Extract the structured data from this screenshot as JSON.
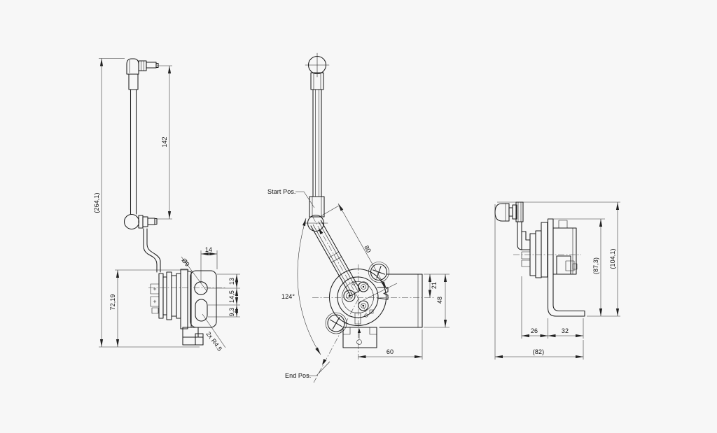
{
  "drawing": {
    "background": "#f7f7f7",
    "stroke_color": "#1c1c1c",
    "views": {
      "left": {
        "dim_overall_height": "(264,1)",
        "dim_lever_length": "142",
        "dim_body_height": "72,19",
        "dim_top_width": "14",
        "dim_hole_top": "13",
        "dim_hole_mid": "14,5",
        "dim_hole_bot": "9,3",
        "label_hole_dia": "Ø9",
        "label_slot_radius": "2x R4.5"
      },
      "front": {
        "label_start": "Start Pos.",
        "label_end": "End Pos.",
        "dim_swing_angle": "124°",
        "dim_lever_length": "80",
        "dim_center_offset": "21",
        "dim_body_height": "48",
        "dim_body_width": "60"
      },
      "side": {
        "dim_front_depth": "26",
        "dim_bracket_depth": "32",
        "dim_overall_depth": "(82)",
        "dim_flange_height": "(87,3)",
        "dim_overall_height": "(104,1)"
      }
    }
  }
}
